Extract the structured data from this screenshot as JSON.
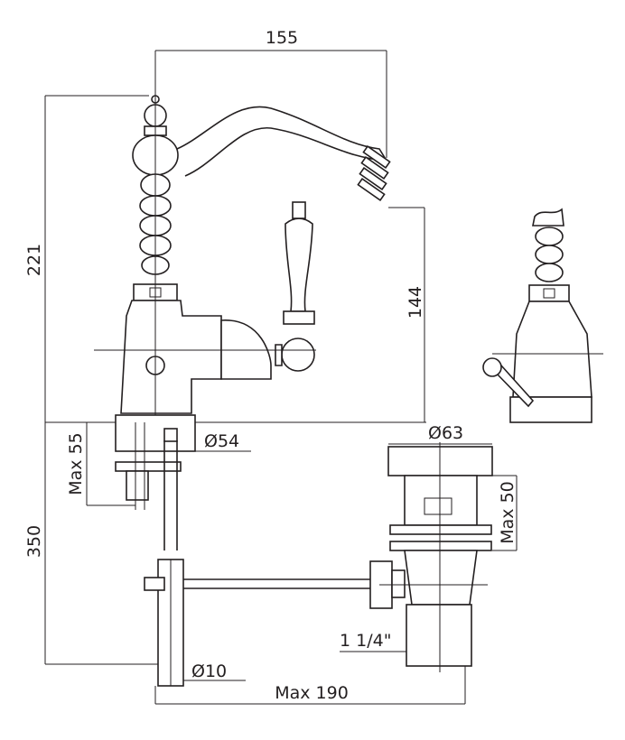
{
  "dimensions": {
    "spout_reach": "155",
    "total_height": "221",
    "spout_height": "144",
    "max_deck_thickness": "Max 55",
    "base_diameter": "Ø54",
    "rod_length": "350",
    "waste_diameter": "Ø63",
    "waste_max_height": "Max 50",
    "thread_size": "1 1/4\"",
    "rod_diameter": "Ø10",
    "max_rod_reach": "Max 190"
  },
  "colors": {
    "line": "#231f20",
    "background": "#ffffff"
  }
}
